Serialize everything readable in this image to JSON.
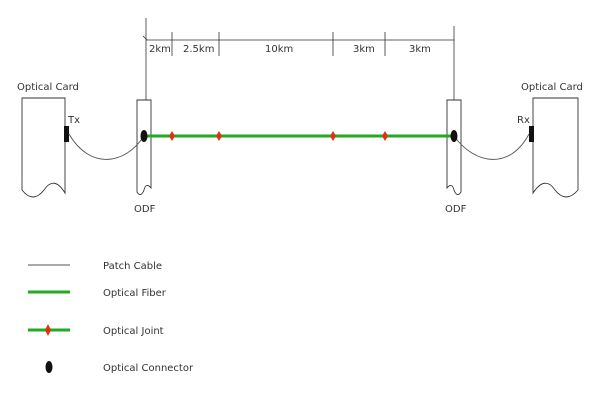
{
  "cards": {
    "left": {
      "title": "Optical Card",
      "port": "Tx"
    },
    "right": {
      "title": "Optical Card",
      "port": "Rx"
    }
  },
  "odf": {
    "left": "ODF",
    "right": "ODF"
  },
  "segments": [
    "2km",
    "2.5km",
    "10km",
    "3km",
    "3km"
  ],
  "legend": {
    "patch_cable": "Patch Cable",
    "optical_fiber": "Optical Fiber",
    "optical_joint": "Optical Joint",
    "optical_connector": "Optical Connector"
  },
  "colors": {
    "fiber": "#22aa22",
    "joint": "#dd3311",
    "connector": "#111111",
    "patch": "#555555",
    "outline": "#333333"
  }
}
